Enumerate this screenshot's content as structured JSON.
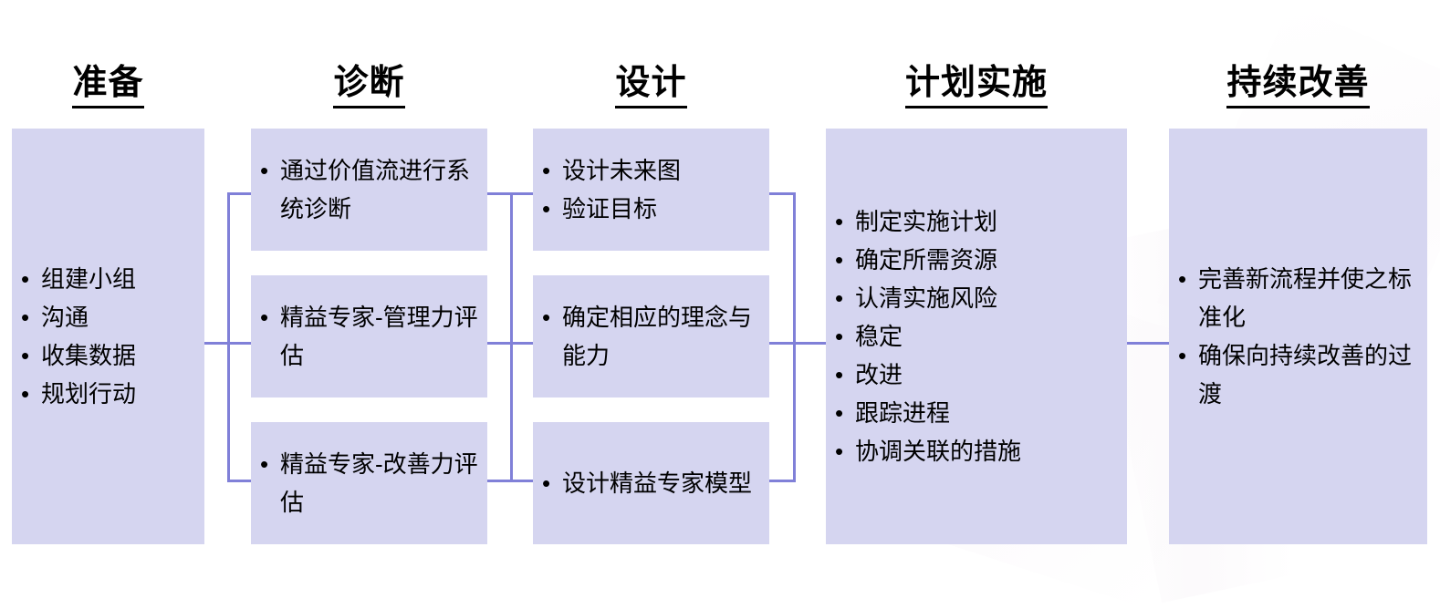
{
  "diagram": {
    "type": "process-flow",
    "title_underline": true,
    "accent_color": "#8080d8",
    "box_fill_color": "#d5d5f0",
    "text_color": "#000000",
    "background_color": "#ffffff",
    "bullet_glyph": "•",
    "columns": [
      {
        "id": "col-prepare",
        "title": "准备",
        "boxes": [
          {
            "id": "box-prepare-1",
            "items": [
              "组建小组",
              "沟通",
              "收集数据",
              "规划行动"
            ]
          }
        ]
      },
      {
        "id": "col-diagnose",
        "title": "诊断",
        "boxes": [
          {
            "id": "box-diagnose-1",
            "items": [
              "通过价值流进行系统诊断"
            ]
          },
          {
            "id": "box-diagnose-2",
            "items": [
              "精益专家-管理力评估"
            ]
          },
          {
            "id": "box-diagnose-3",
            "items": [
              "精益专家-改善力评估"
            ]
          }
        ]
      },
      {
        "id": "col-design",
        "title": "设计",
        "boxes": [
          {
            "id": "box-design-1",
            "items": [
              "设计未来图",
              "验证目标"
            ]
          },
          {
            "id": "box-design-2",
            "items": [
              "确定相应的理念与能力"
            ]
          },
          {
            "id": "box-design-3",
            "items": [
              "设计精益专家模型"
            ]
          }
        ]
      },
      {
        "id": "col-plan",
        "title": "计划实施",
        "boxes": [
          {
            "id": "box-plan-1",
            "items": [
              "制定实施计划",
              "确定所需资源",
              "认清实施风险",
              "稳定",
              "改进",
              "跟踪进程",
              "协调关联的措施"
            ]
          }
        ]
      },
      {
        "id": "col-improve",
        "title": "持续改善",
        "boxes": [
          {
            "id": "box-improve-1",
            "items": [
              "完善新流程并使之标准化",
              "确保向持续改善的过渡"
            ]
          }
        ]
      }
    ]
  }
}
